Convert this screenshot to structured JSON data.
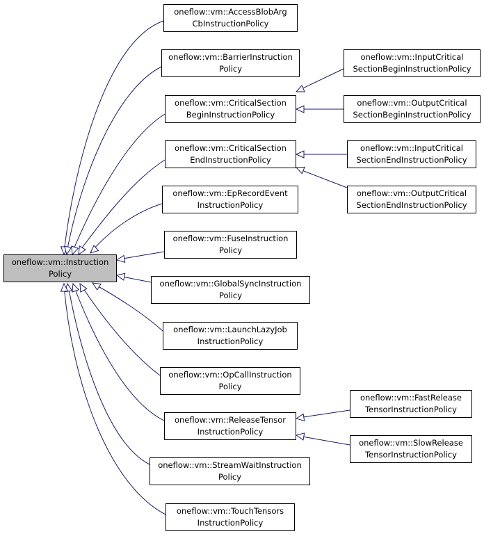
{
  "colors": {
    "edge": "#191970",
    "root_fill": "#bfbfbf",
    "node_fill": "#ffffff",
    "border": "#000000"
  },
  "root": {
    "line1": "oneflow::vm::Instruction",
    "line2": "Policy"
  },
  "nodes": [
    {
      "id": "access_blob",
      "line1": "oneflow::vm::AccessBlobArg",
      "line2": "CbInstructionPolicy"
    },
    {
      "id": "barrier",
      "line1": "oneflow::vm::BarrierInstruction",
      "line2": "Policy"
    },
    {
      "id": "cs_begin",
      "line1": "oneflow::vm::CriticalSection",
      "line2": "BeginInstructionPolicy"
    },
    {
      "id": "cs_end",
      "line1": "oneflow::vm::CriticalSection",
      "line2": "EndInstructionPolicy"
    },
    {
      "id": "ep_record",
      "line1": "oneflow::vm::EpRecordEvent",
      "line2": "InstructionPolicy"
    },
    {
      "id": "fuse",
      "line1": "oneflow::vm::FuseInstruction",
      "line2": "Policy"
    },
    {
      "id": "global_sync",
      "line1": "oneflow::vm::GlobalSyncInstruction",
      "line2": "Policy"
    },
    {
      "id": "launch_lazy",
      "line1": "oneflow::vm::LaunchLazyJob",
      "line2": "InstructionPolicy"
    },
    {
      "id": "opcall",
      "line1": "oneflow::vm::OpCallInstruction",
      "line2": "Policy"
    },
    {
      "id": "release_tensor",
      "line1": "oneflow::vm::ReleaseTensor",
      "line2": "InstructionPolicy"
    },
    {
      "id": "stream_wait",
      "line1": "oneflow::vm::StreamWaitInstruction",
      "line2": "Policy"
    },
    {
      "id": "touch_tensors",
      "line1": "oneflow::vm::TouchTensors",
      "line2": "InstructionPolicy"
    },
    {
      "id": "input_cs_begin",
      "line1": "oneflow::vm::InputCritical",
      "line2": "SectionBeginInstructionPolicy"
    },
    {
      "id": "output_cs_begin",
      "line1": "oneflow::vm::OutputCritical",
      "line2": "SectionBeginInstructionPolicy"
    },
    {
      "id": "input_cs_end",
      "line1": "oneflow::vm::InputCritical",
      "line2": "SectionEndInstructionPolicy"
    },
    {
      "id": "output_cs_end",
      "line1": "oneflow::vm::OutputCritical",
      "line2": "SectionEndInstructionPolicy"
    },
    {
      "id": "fast_release",
      "line1": "oneflow::vm::FastRelease",
      "line2": "TensorInstructionPolicy"
    },
    {
      "id": "slow_release",
      "line1": "oneflow::vm::SlowRelease",
      "line2": "TensorInstructionPolicy"
    }
  ],
  "edges": [
    {
      "from": "access_blob",
      "to": "root"
    },
    {
      "from": "barrier",
      "to": "root"
    },
    {
      "from": "cs_begin",
      "to": "root"
    },
    {
      "from": "cs_end",
      "to": "root"
    },
    {
      "from": "ep_record",
      "to": "root"
    },
    {
      "from": "fuse",
      "to": "root"
    },
    {
      "from": "global_sync",
      "to": "root"
    },
    {
      "from": "launch_lazy",
      "to": "root"
    },
    {
      "from": "opcall",
      "to": "root"
    },
    {
      "from": "release_tensor",
      "to": "root"
    },
    {
      "from": "stream_wait",
      "to": "root"
    },
    {
      "from": "touch_tensors",
      "to": "root"
    },
    {
      "from": "input_cs_begin",
      "to": "cs_begin"
    },
    {
      "from": "output_cs_begin",
      "to": "cs_begin"
    },
    {
      "from": "input_cs_end",
      "to": "cs_end"
    },
    {
      "from": "output_cs_end",
      "to": "cs_end"
    },
    {
      "from": "fast_release",
      "to": "release_tensor"
    },
    {
      "from": "slow_release",
      "to": "release_tensor"
    }
  ]
}
